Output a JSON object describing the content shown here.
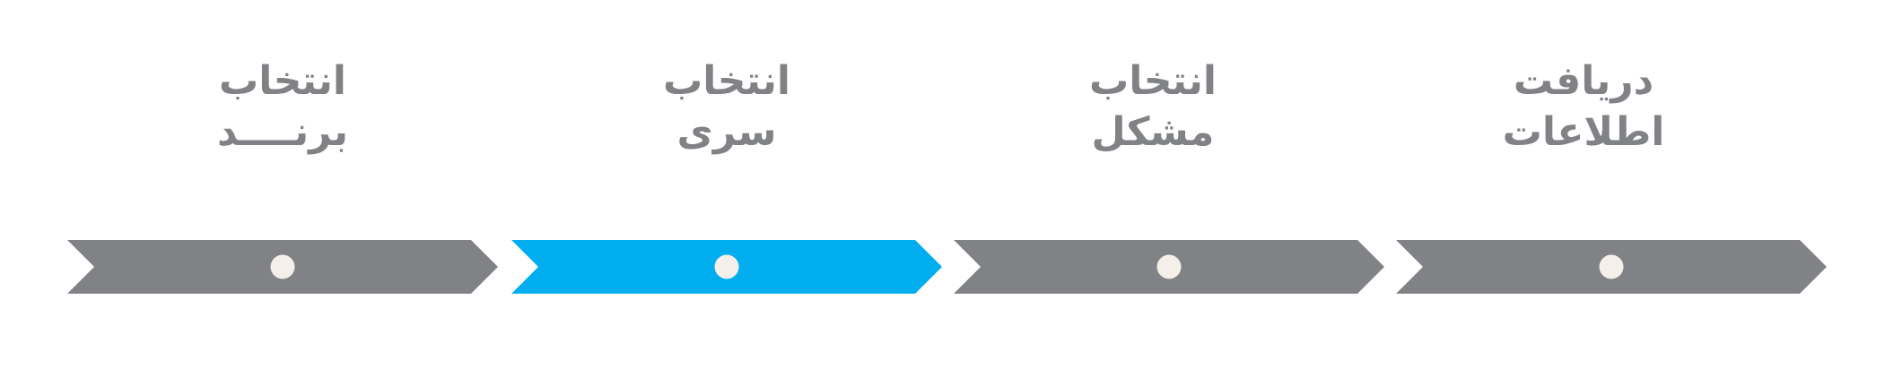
{
  "widget": {
    "type": "progress-stepper",
    "direction": "rtl",
    "language": "fa",
    "background_color": "#FFFFFF",
    "inactive_color": "#808285",
    "active_color": "#00AEEF",
    "dot_color": "#F5EFE9",
    "label_color": "#808285",
    "total_steps": 4,
    "active_step_number": 2
  },
  "steps": [
    {
      "number": 1,
      "state": "inactive",
      "line1": "انتخاب",
      "line2": "برنــــد",
      "full_label": "انتخاب برنــــد",
      "dot_icon": "step-dot-icon"
    },
    {
      "number": 2,
      "state": "active",
      "line1": "انتخاب",
      "line2": "سری",
      "full_label": "انتخاب سری",
      "dot_icon": "step-dot-icon"
    },
    {
      "number": 3,
      "state": "inactive",
      "line1": "انتخاب",
      "line2": "مشکل",
      "full_label": "انتخاب مشکل",
      "dot_icon": "step-dot-icon"
    },
    {
      "number": 4,
      "state": "inactive",
      "line1": "دریافت",
      "line2": "اطلاعات",
      "full_label": "دریافت اطلاعات",
      "dot_icon": "step-dot-icon"
    }
  ]
}
